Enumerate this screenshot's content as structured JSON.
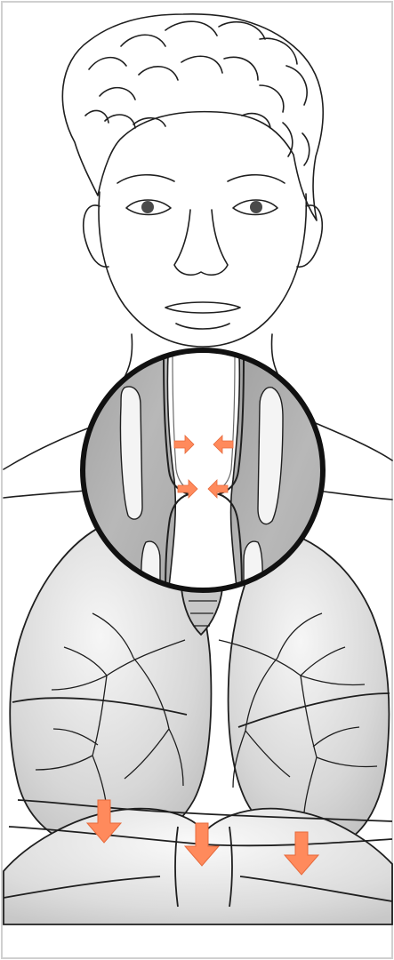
{
  "colors": {
    "line": "#1f1f1f",
    "paper": "#ffffff",
    "border": "#c8c8c8",
    "lung_shade": "#d9d9d9",
    "lung_light": "#ececec",
    "inset_gray": "#b8b8b8",
    "inset_dark": "#8c8c8c",
    "arrow": "#ff8a5c"
  },
  "icons": {
    "down_arrow": "down-arrow",
    "left_arrow": "left-arrow",
    "right_arrow": "right-arrow"
  }
}
